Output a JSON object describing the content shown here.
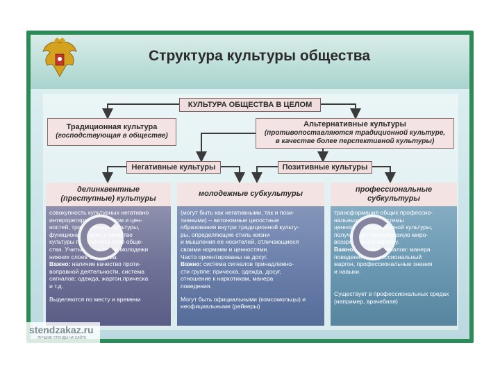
{
  "title": "Структура культуры общества",
  "top_box": "КУЛЬТУРА ОБЩЕСТВА В ЦЕЛОМ",
  "traditional": {
    "title": "Традиционная культура",
    "subtitle": "(господствующая в обществе)"
  },
  "alternative": {
    "title": "Альтернативные культуры",
    "subtitle1": "(противопоставляются традиционной культуре,",
    "subtitle2": "в качестве более перспективной культуры)"
  },
  "negative_label": "Негативные культуры",
  "positive_label": "Позитивные культуры",
  "columns": [
    {
      "head1": "делинквентные",
      "head2": "(преступные) культуры",
      "lines": [
        "совокупность культурных негативно",
        "интерпретированных норм и цен-",
        "ностей, традиционной культуры,",
        "функционирующих в качестве",
        "культуры преступного слоя обще-",
        "ства. Учитывают в среде молодежи",
        "нижних слоев общества."
      ],
      "important_label": "Важно:",
      "important_lines": [
        " наличие качество проти-",
        "воправной деятельности, система",
        "сигналов: одежда, жаргон,прическа",
        "и т.д."
      ],
      "footer": "Выделяются по месту и времени"
    },
    {
      "head1": "молодежные субкультуры",
      "head2": "",
      "lines": [
        "(могут быть как негативными, так и пози-",
        "тивными) – автономные целостные",
        "образования внутри традиционной культу-",
        "ры, определяющие стиль жизни",
        "и мышления ее носителей, отличающиеся",
        "своими нормами и ценностями.",
        "Часто ориентированы на досуг."
      ],
      "important_label": "Важно:",
      "important_lines": [
        " система сигналов принадлежно-",
        "сти группе: прическа, одежда, досуг,",
        "отношение к наркотикам, манера",
        "поведения."
      ],
      "footer": "Могут быть официальными (комсомольцы) и неофициальными (рейверы)"
    },
    {
      "head1": "профессиональные",
      "head2": "субкультуры",
      "lines": [
        "трансформация общих профессио-",
        "нальных норм и системы",
        "ценностей традиционной культуры,",
        "получающих своеобразную миро-",
        "воззренческую окраску."
      ],
      "important_label": "Важно:",
      "important_lines": [
        " система сигналов: манера",
        "поведения, профессиональный",
        "жаргон, профессиональные знания",
        "и навыки."
      ],
      "footer": "Существует в профессиональных средах (например, врачебная)"
    }
  ],
  "logo": {
    "text": "stendzakaz.ru",
    "tagline": "ЛУЧШИЕ СТЕНДЫ НА САЙТЕ"
  },
  "colors": {
    "frame": "#2e8b57",
    "box_fill": "#f3e3e3",
    "arrow": "#3a3a3a"
  }
}
